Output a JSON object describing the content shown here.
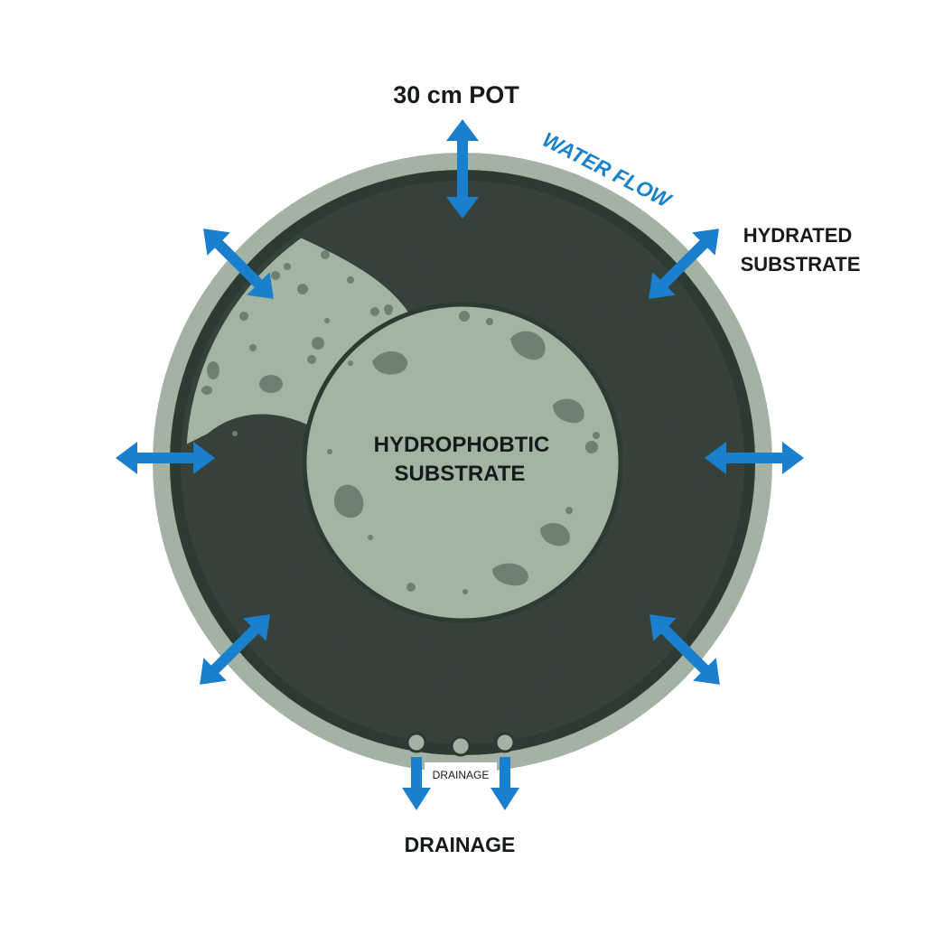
{
  "labels": {
    "pot": "30 cm POT",
    "water_flow": "WATER FLOW",
    "hydrated_line1": "HYDRATED",
    "hydrated_line2": "SUBSTRATE",
    "hydrophobic_line1": "HYDROPHOBTIC",
    "hydrophobic_line2": "SUBSTRATE",
    "drainage_small": "DRAINAGE",
    "drainage": "DRAINAGE"
  },
  "colors": {
    "arrow": "#1a7fcc",
    "water_flow_text": "#1a82c9",
    "pot_rim": "#a3b2a3",
    "pot_wall": "#2c3a32",
    "hydrated_substrate": "#3c4a42",
    "hydrophobic_substrate": "#a2b4a2",
    "hydrophobic_clump": "#6e806f",
    "label_text": "#151a1a"
  },
  "icons": {
    "flow_arrows": "double-headed-arrow-icon",
    "drainage_arrows": "down-arrow-icon",
    "drain_holes": "drain-hole-icon"
  }
}
